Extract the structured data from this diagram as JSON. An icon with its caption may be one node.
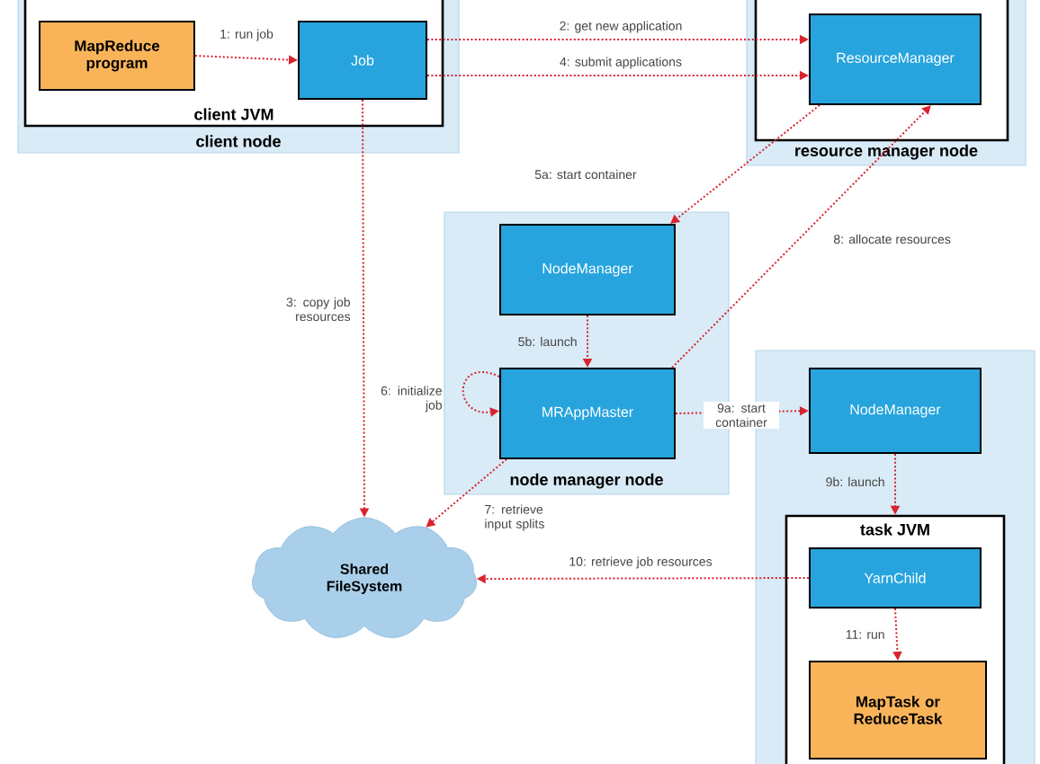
{
  "diagram": {
    "nodes": [
      {
        "text": [
          "client node"
        ]
      },
      {
        "text": [
          "client JVM"
        ],
        "in": 0
      },
      {
        "text": [
          "MapReduce program"
        ],
        "in": 1
      },
      {
        "text": [
          "Job"
        ],
        "in": 1
      },
      {
        "text": [
          "resource manager node"
        ]
      },
      {
        "text": [],
        "shape": "box",
        "in": 4
      },
      {
        "text": [
          "ResourceManager"
        ],
        "in": 5
      },
      {
        "text": [
          "node manager node"
        ]
      },
      {
        "text": [
          "NodeManager"
        ],
        "in": 7
      },
      {
        "text": [
          "MRAppMaster"
        ],
        "in": 7
      },
      {
        "text": [],
        "shape": "box"
      },
      {
        "text": [
          "NodeManager"
        ],
        "in": 10
      },
      {
        "text": [
          "task JVM"
        ],
        "in": 10
      },
      {
        "text": [
          "YarnChild"
        ],
        "in": 12
      },
      {
        "text": [
          "MapTask or ReduceTask"
        ],
        "in": 12
      },
      {
        "text": [
          "Shared FileSystem"
        ]
      }
    ],
    "edges": [
      {
        "from": 2,
        "to": 3,
        "arrow": "to",
        "label": "1: run job"
      },
      {
        "from": 3,
        "to": 6,
        "arrow": "to",
        "label": "2: get new application"
      },
      {
        "from": 3,
        "to": 6,
        "arrow": "to",
        "label": "4: submit applications"
      },
      {
        "from": 3,
        "to": 15,
        "arrow": "to",
        "label": "3: copy job resources"
      },
      {
        "from": 6,
        "to": 8,
        "arrow": "to",
        "label": "5a: start container"
      },
      {
        "from": 8,
        "to": 9,
        "arrow": "to",
        "label": "5b: launch"
      },
      {
        "from": 9,
        "to": 9,
        "arrow": "to",
        "label": "6: initialize job"
      },
      {
        "from": 9,
        "to": 15,
        "arrow": "to",
        "label": "7: retrieve input splits"
      },
      {
        "from": 9,
        "to": 6,
        "arrow": "to",
        "label": "8: allocate resources"
      },
      {
        "from": 9,
        "to": 11,
        "arrow": "to",
        "label": "9a: start container"
      },
      {
        "from": 11,
        "to": 12,
        "arrow": "to",
        "label": "9b: launch"
      },
      {
        "from": 13,
        "to": 15,
        "arrow": "to",
        "label": "10: retrieve job resources"
      },
      {
        "from": 13,
        "to": 14,
        "arrow": "to",
        "label": "11: run"
      }
    ]
  }
}
